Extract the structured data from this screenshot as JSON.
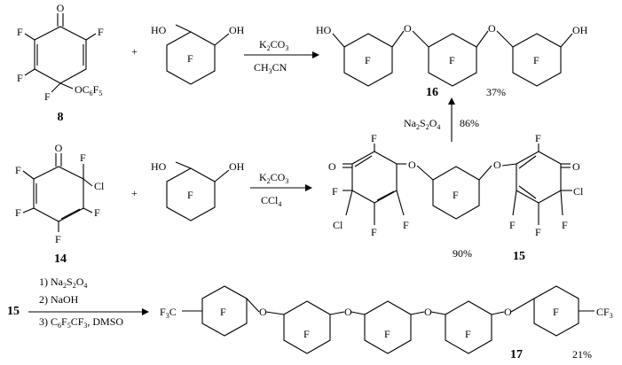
{
  "reactions": {
    "r1": {
      "reagent": "K2CO3",
      "solvent": "CH3CN",
      "product": "16",
      "yield": "37%",
      "plus": "+"
    },
    "r2": {
      "reagent": "K2CO3",
      "solvent": "CCl4",
      "product": "15",
      "yield": "90%",
      "plus": "+"
    },
    "r3": {
      "reagent": "Na2S2O4",
      "yield": "86%"
    },
    "r4": {
      "start": "15",
      "steps": [
        "1) Na2S2O4",
        "2) NaOH",
        "3) C6F5CF3, DMSO"
      ],
      "product": "17",
      "yield": "21%"
    }
  },
  "compounds": {
    "c8": "8",
    "c14": "14"
  },
  "atoms": {
    "F": "F",
    "O": "O",
    "Cl": "Cl",
    "OH": "OH",
    "HO": "HO",
    "CF3": "CF3",
    "OC6F5": "OC6F5"
  }
}
